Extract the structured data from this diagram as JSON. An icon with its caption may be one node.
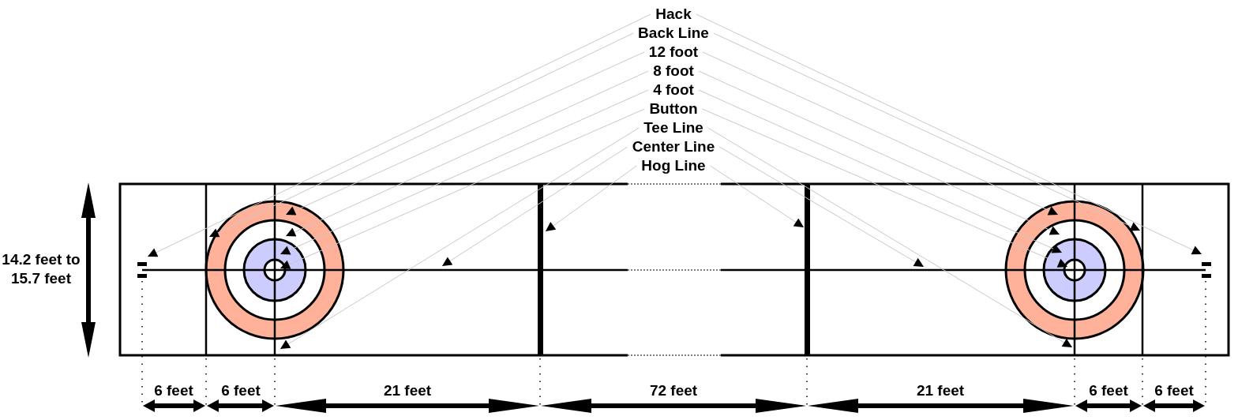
{
  "diagram": {
    "nodes": [
      {
        "text": [
          "Hack"
        ]
      },
      {
        "text": [
          "Back Line"
        ]
      },
      {
        "text": [
          "12 foot"
        ]
      },
      {
        "text": [
          "8 foot"
        ]
      },
      {
        "text": [
          "4 foot"
        ]
      },
      {
        "text": [
          "Button"
        ]
      },
      {
        "text": [
          "Tee Line"
        ]
      },
      {
        "text": [
          "Center Line"
        ]
      },
      {
        "text": [
          "Hog Line"
        ]
      }
    ],
    "edges": [
      {
        "from": 0,
        "to": null,
        "arrow": "to"
      },
      {
        "from": 0,
        "to": null,
        "arrow": "to"
      },
      {
        "from": 1,
        "to": null,
        "arrow": "to"
      },
      {
        "from": 1,
        "to": null,
        "arrow": "to"
      },
      {
        "from": 2,
        "to": null,
        "arrow": "to"
      },
      {
        "from": 2,
        "to": null,
        "arrow": "to"
      },
      {
        "from": 3,
        "to": null,
        "arrow": "to"
      },
      {
        "from": 3,
        "to": null,
        "arrow": "to"
      },
      {
        "from": 4,
        "to": null,
        "arrow": "to"
      },
      {
        "from": 4,
        "to": null,
        "arrow": "to"
      },
      {
        "from": 5,
        "to": null,
        "arrow": "to"
      },
      {
        "from": 5,
        "to": null,
        "arrow": "to"
      },
      {
        "from": 6,
        "to": null,
        "arrow": "to"
      },
      {
        "from": 6,
        "to": null,
        "arrow": "to"
      },
      {
        "from": 7,
        "to": null,
        "arrow": "to"
      },
      {
        "from": 7,
        "to": null,
        "arrow": "to"
      },
      {
        "from": 8,
        "to": null,
        "arrow": "to"
      },
      {
        "from": 8,
        "to": null,
        "arrow": "to"
      }
    ],
    "labels": [
      "14.2 feet to 15.7 feet",
      "6 feet",
      "6 feet",
      "21 feet",
      "72 feet",
      "21 feet",
      "6 feet",
      "6 feet"
    ]
  }
}
